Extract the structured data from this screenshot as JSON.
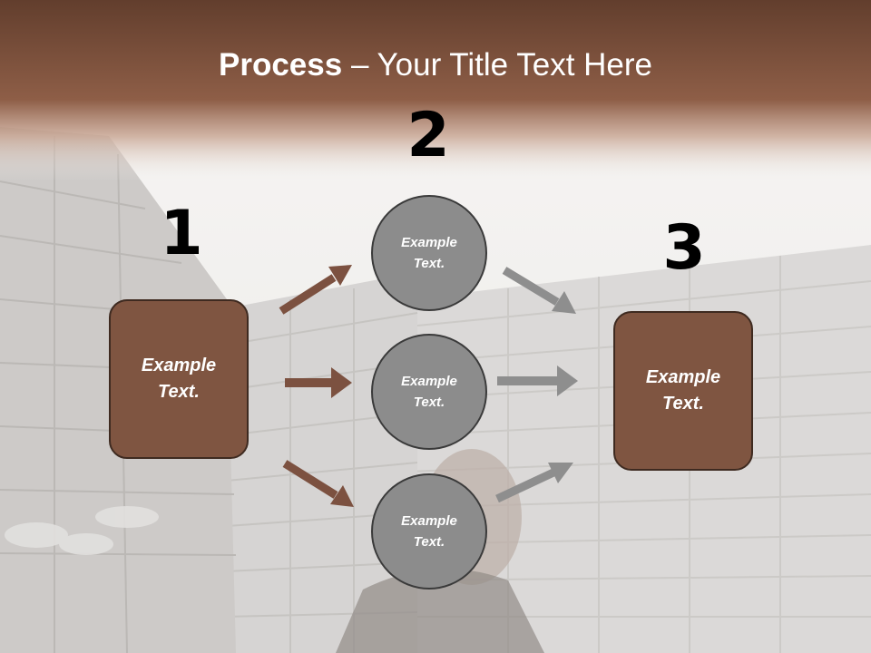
{
  "slide": {
    "title_bold": "Process",
    "title_rest": " – Your Title Text Here",
    "steps": [
      {
        "number": "1",
        "text": "Example Text."
      },
      {
        "number": "2",
        "text": "Example Text."
      },
      {
        "number": "3",
        "text": "Example Text."
      }
    ],
    "circles": [
      {
        "text": "Example Text."
      },
      {
        "text": "Example Text."
      },
      {
        "text": "Example Text."
      }
    ]
  },
  "colors": {
    "header_brown": "#7a4f3a",
    "box_brown": "#7f5541",
    "circle_gray": "#8c8c8c",
    "arrow_brown": "#7c5140",
    "arrow_gray": "#8e8e8e"
  }
}
